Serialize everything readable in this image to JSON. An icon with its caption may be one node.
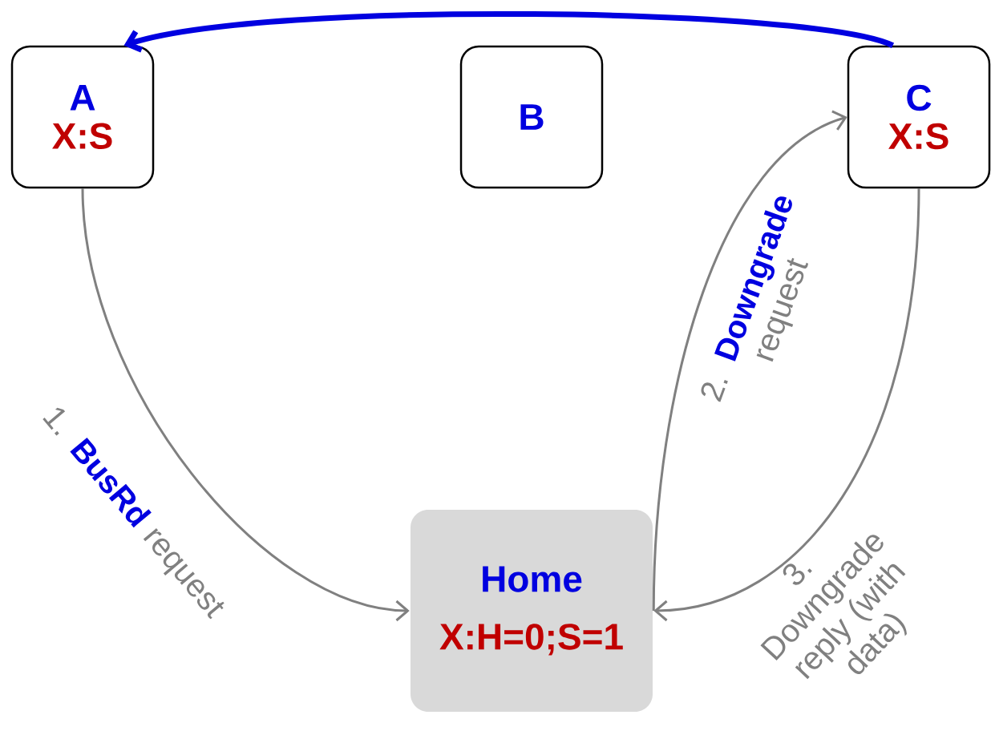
{
  "diagram": {
    "nodes": [
      {
        "text": [
          "A",
          "X:S"
        ]
      },
      {
        "text": [
          "B"
        ]
      },
      {
        "text": [
          "C",
          "X:S"
        ]
      },
      {
        "text": [
          "Home",
          "X:H=0;S=1"
        ]
      }
    ],
    "edges": [
      {
        "from": 0,
        "to": 3,
        "arrow": "to",
        "label": "1. **BusRd** request"
      },
      {
        "from": 3,
        "to": 2,
        "arrow": "to",
        "label": "2. **Downgrade** request"
      },
      {
        "from": 2,
        "to": 3,
        "arrow": "to",
        "label": "3. Downgrade reply (with data)"
      },
      {
        "from": 2,
        "to": 0,
        "arrow": "to",
        "style": "thick",
        "color": "#0000e0"
      }
    ]
  }
}
